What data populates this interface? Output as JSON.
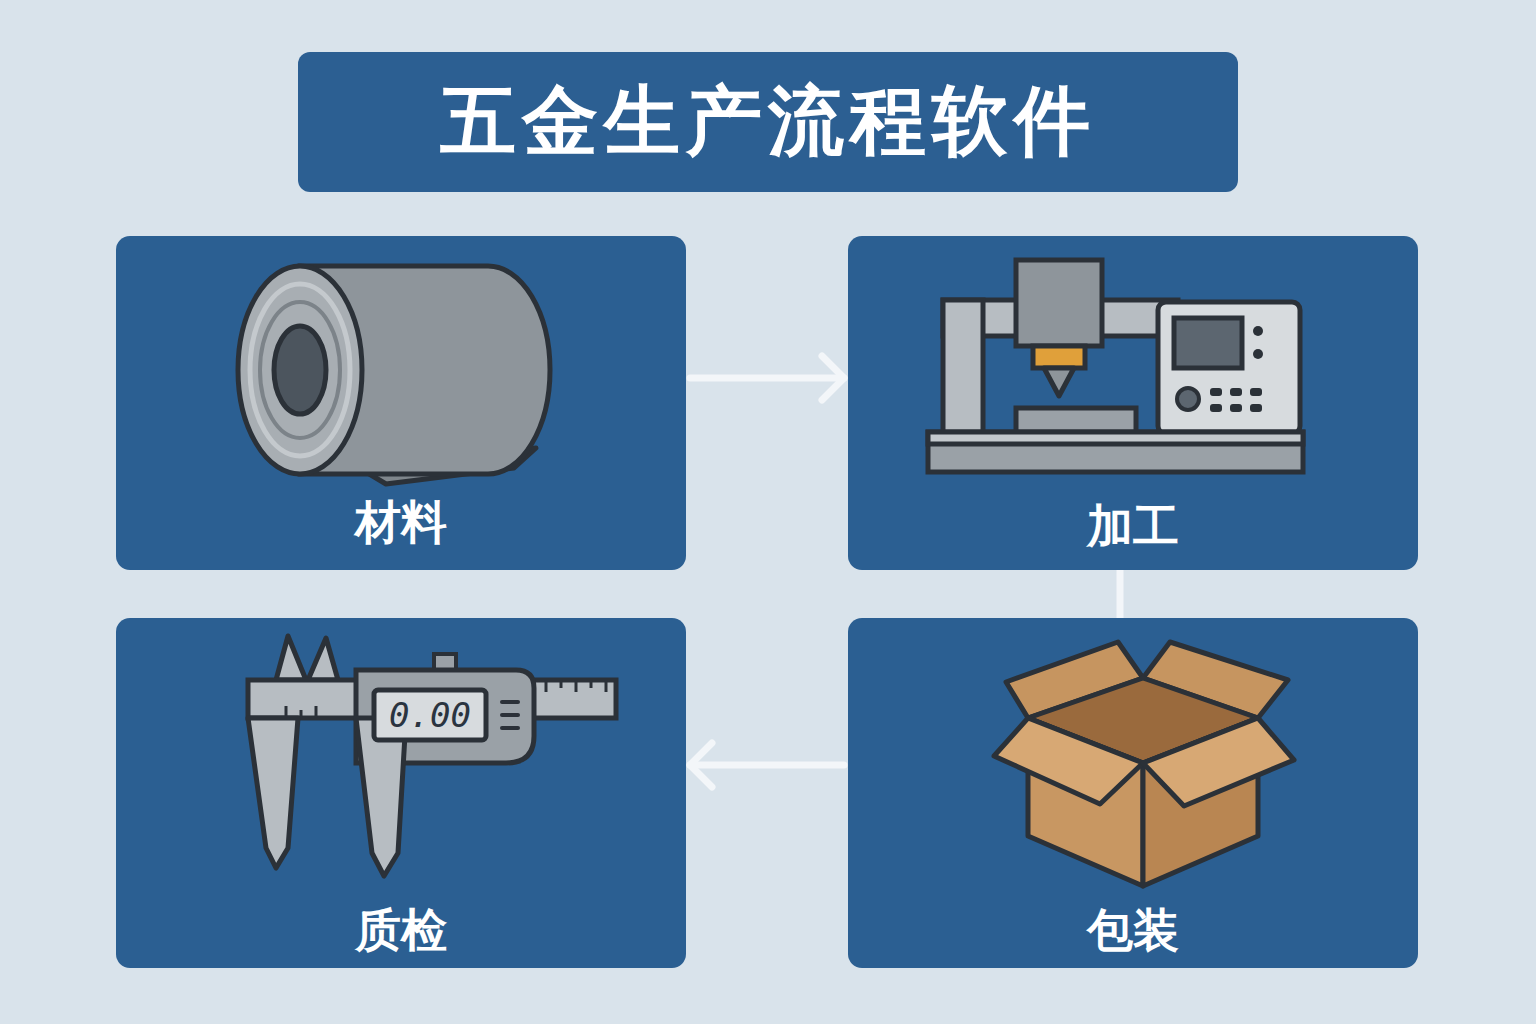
{
  "diagram": {
    "title": "五金生产流程软件",
    "nodes": [
      {
        "text": [
          "材料"
        ]
      },
      {
        "text": [
          "加工"
        ]
      },
      {
        "text": [
          "质检"
        ]
      },
      {
        "text": [
          "包装"
        ]
      }
    ],
    "edges": [
      {
        "from": 0,
        "to": 1,
        "arrow": "to"
      },
      {
        "from": 1,
        "to": 3,
        "arrow": "none"
      },
      {
        "from": 3,
        "to": 2,
        "arrow": "to"
      }
    ],
    "labels": [
      "0.00"
    ]
  }
}
